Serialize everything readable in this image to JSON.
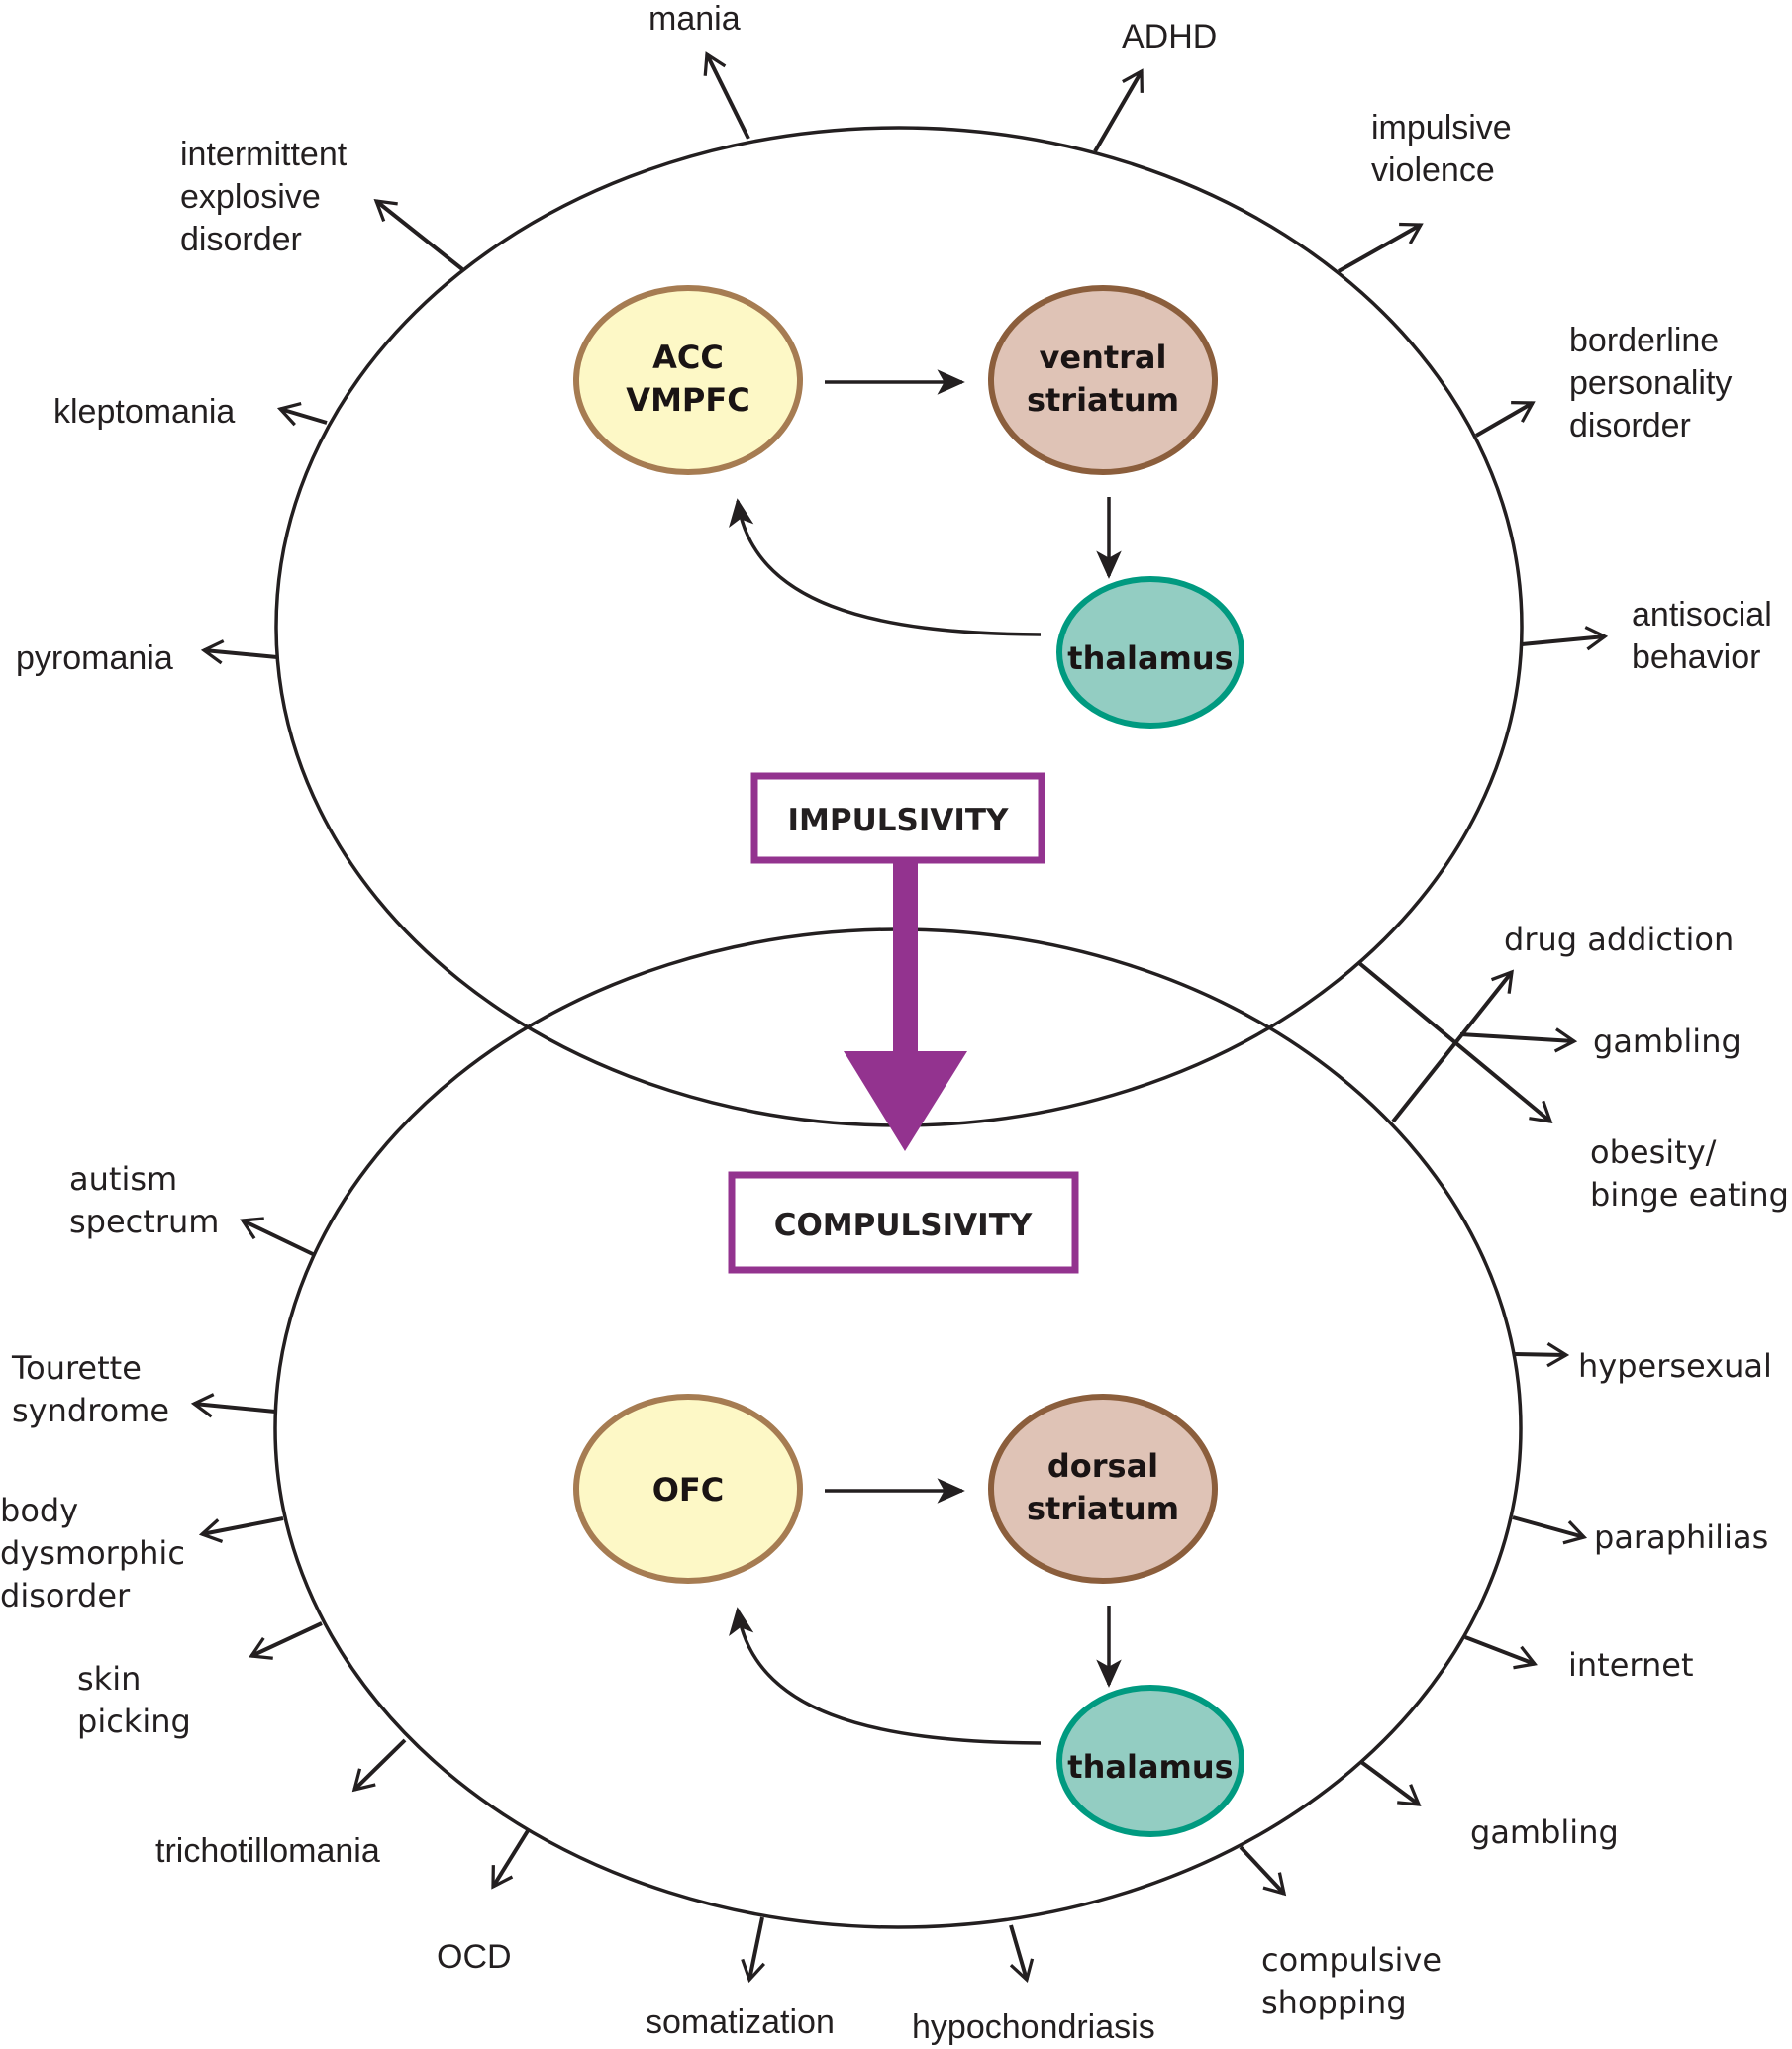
{
  "colors": {
    "line": "#231f20",
    "purple": "#93338f",
    "acc_fill": "#fdf8c6",
    "acc_stroke": "#a67c52",
    "striatum_fill": "#dfc3b6",
    "striatum_stroke": "#8b5e3c",
    "thalamus_fill": "#93cdc2",
    "thalamus_stroke": "#009a80"
  },
  "impulsivity": {
    "label": "IMPULSIVITY",
    "nodes": {
      "cortex": [
        "ACC",
        "VMPFC"
      ],
      "striatum": [
        "ventral",
        "striatum"
      ],
      "thalamus": "thalamus"
    },
    "outcomes": {
      "mania": [
        "mania"
      ],
      "adhd": [
        "ADHD"
      ],
      "impulsive_violence": [
        "impulsive",
        "violence"
      ],
      "borderline": [
        "borderline",
        "personality",
        "disorder"
      ],
      "antisocial": [
        "antisocial",
        "behavior"
      ],
      "ied": [
        "intermittent",
        "explosive",
        "disorder"
      ],
      "kleptomania": [
        "kleptomania"
      ],
      "pyromania": [
        "pyromania"
      ]
    }
  },
  "shared": {
    "drug_addiction": [
      "drug addiction"
    ],
    "gambling": [
      "gambling"
    ],
    "obesity": [
      "obesity/",
      "binge eating"
    ]
  },
  "compulsivity": {
    "label": "COMPULSIVITY",
    "nodes": {
      "cortex": [
        "OFC"
      ],
      "striatum": [
        "dorsal",
        "striatum"
      ],
      "thalamus": "thalamus"
    },
    "outcomes": {
      "autism": [
        "autism",
        "spectrum"
      ],
      "tourette": [
        "Tourette",
        "syndrome"
      ],
      "bdd": [
        "body",
        "dysmorphic",
        "disorder"
      ],
      "skin_picking": [
        "skin",
        "picking"
      ],
      "trichotillomania": [
        "trichotillomania"
      ],
      "ocd": [
        "OCD"
      ],
      "somatization": [
        "somatization"
      ],
      "hypochondriasis": [
        "hypochondriasis"
      ],
      "compulsive_shopping": [
        "compulsive",
        "shopping"
      ],
      "gambling": [
        "gambling"
      ],
      "internet": [
        "internet"
      ],
      "paraphilias": [
        "paraphilias"
      ],
      "hypersexual": [
        "hypersexual"
      ]
    }
  }
}
